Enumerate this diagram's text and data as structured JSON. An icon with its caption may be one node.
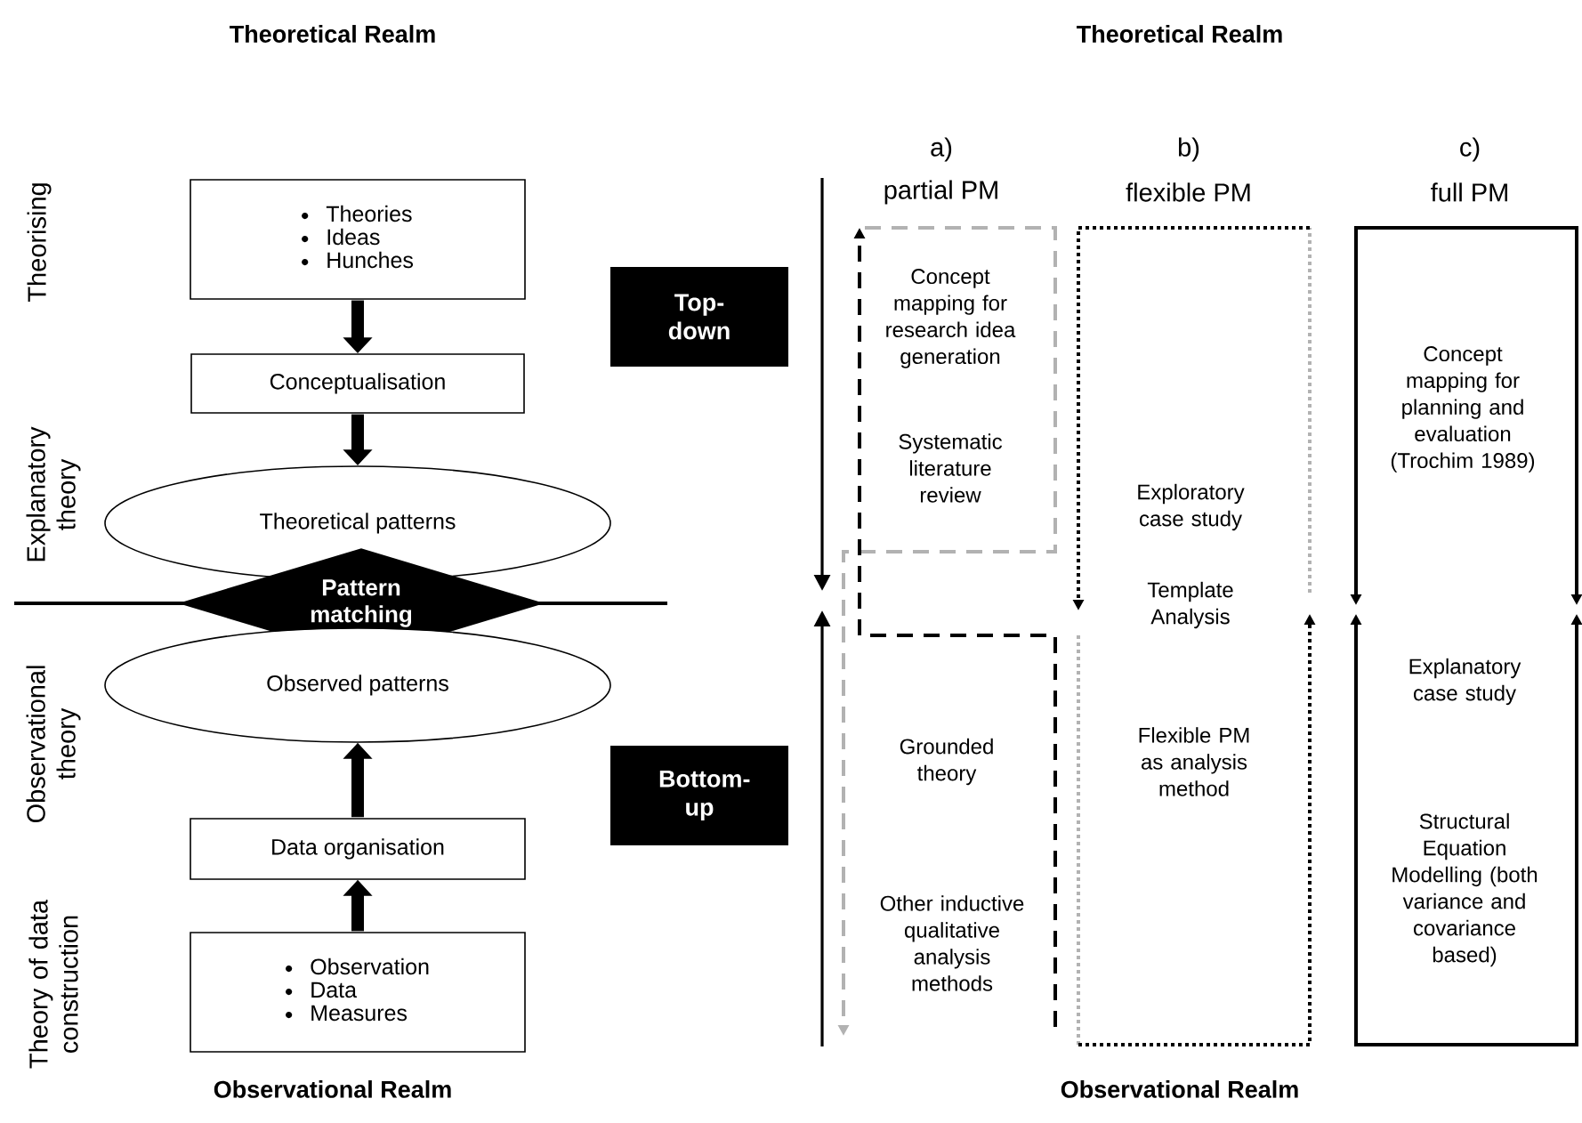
{
  "diagram": {
    "nodes": [
      {
        "text": [
          "Theories",
          "Ideas",
          "Hunches"
        ]
      },
      {
        "text": [
          "Conceptualisation"
        ]
      },
      {
        "text": [
          "Theoretical patterns"
        ]
      },
      {
        "text": [
          "Pattern matching"
        ]
      },
      {
        "text": [
          "Observed patterns"
        ]
      },
      {
        "text": [
          "Data organisation"
        ]
      },
      {
        "text": [
          "Observation",
          "Data",
          "Measures"
        ]
      },
      {
        "text": [
          "Top-down"
        ]
      },
      {
        "text": [
          "Bottom-up"
        ]
      }
    ],
    "edges": [
      {
        "from": 0,
        "to": 1,
        "arrow": "to"
      },
      {
        "from": 1,
        "to": 2,
        "arrow": "to"
      },
      {
        "from": 5,
        "to": 4,
        "arrow": "to"
      },
      {
        "from": 6,
        "to": 5,
        "arrow": "to"
      }
    ],
    "labels": [
      "Theoretical Realm",
      "Theoretical Realm",
      "Theorising",
      "Explanatory theory",
      "Observational theory",
      "Theory of data construction",
      "a)",
      "partial PM",
      "b)",
      "flexible PM",
      "c)",
      "full PM",
      "Concept mapping for research idea generation",
      "Systematic literature review",
      "Exploratory case study",
      "Template Analysis",
      "Concept mapping for planning and evaluation (Trochim 1989)",
      "Explanatory case study",
      "Grounded theory",
      "Flexible PM as analysis method",
      "Structural Equation Modelling (both variance and covariance based)",
      "Other inductive qualitative analysis methods",
      "Observational Realm",
      "Observational Realm"
    ]
  }
}
